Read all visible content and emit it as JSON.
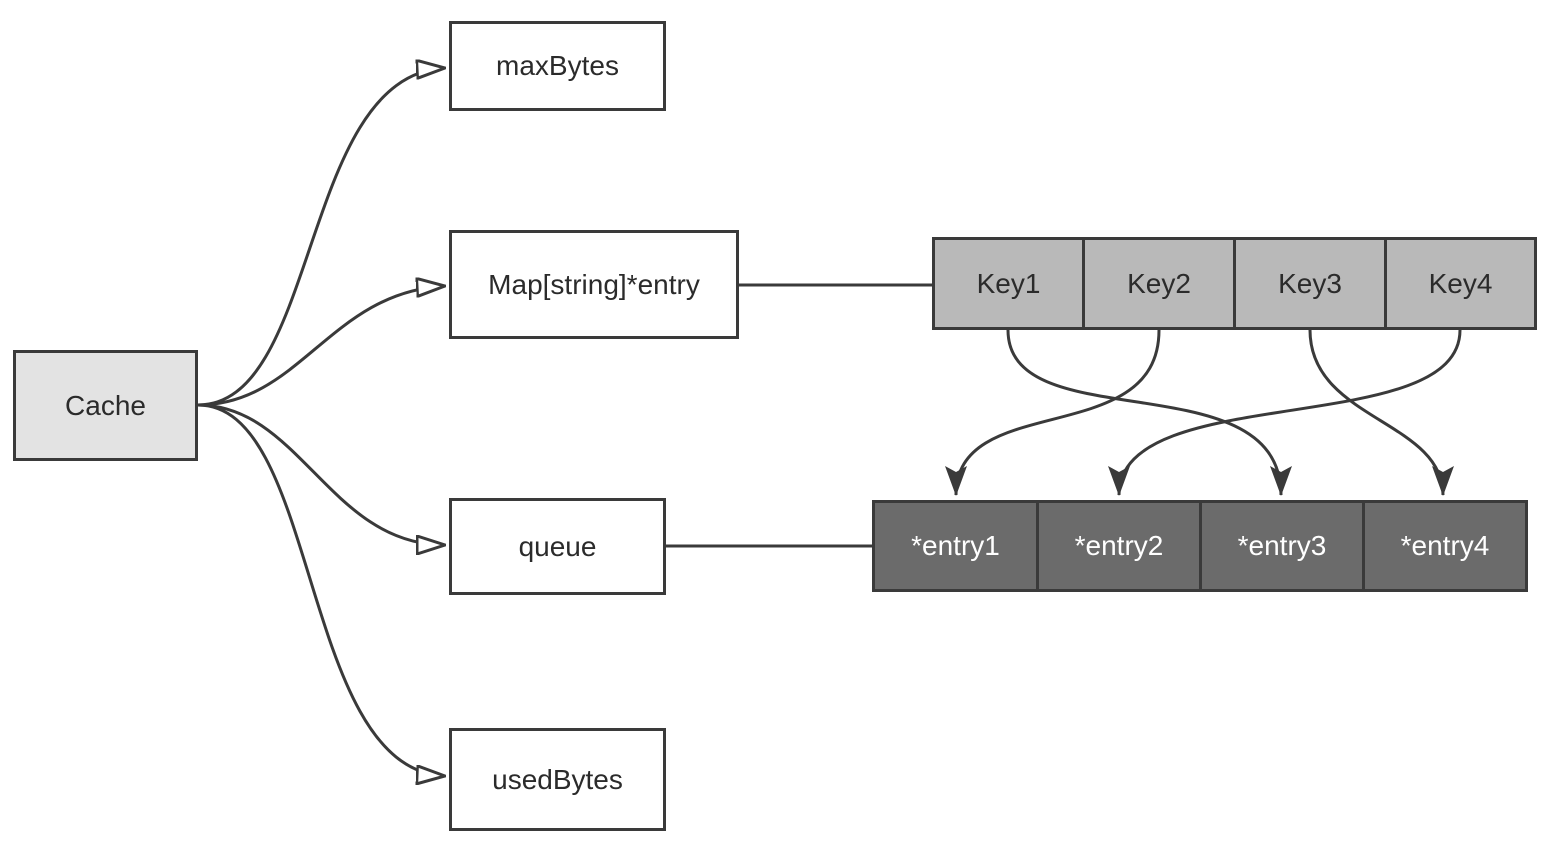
{
  "nodes": {
    "cache": "Cache",
    "max_bytes": "maxBytes",
    "map": "Map[string]*entry",
    "queue": "queue",
    "used_bytes": "usedBytes"
  },
  "keys": [
    "Key1",
    "Key2",
    "Key3",
    "Key4"
  ],
  "entries": [
    "*entry1",
    "*entry2",
    "*entry3",
    "*entry4"
  ],
  "mappings": [
    {
      "from": "Key1",
      "to": "*entry3"
    },
    {
      "from": "Key2",
      "to": "*entry1"
    },
    {
      "from": "Key3",
      "to": "*entry4"
    },
    {
      "from": "Key4",
      "to": "*entry2"
    }
  ],
  "colors": {
    "stroke": "#3a3a3a",
    "root_fill": "#e3e3e3",
    "key_fill": "#b9b9b9",
    "entry_fill": "#6b6b6b"
  }
}
